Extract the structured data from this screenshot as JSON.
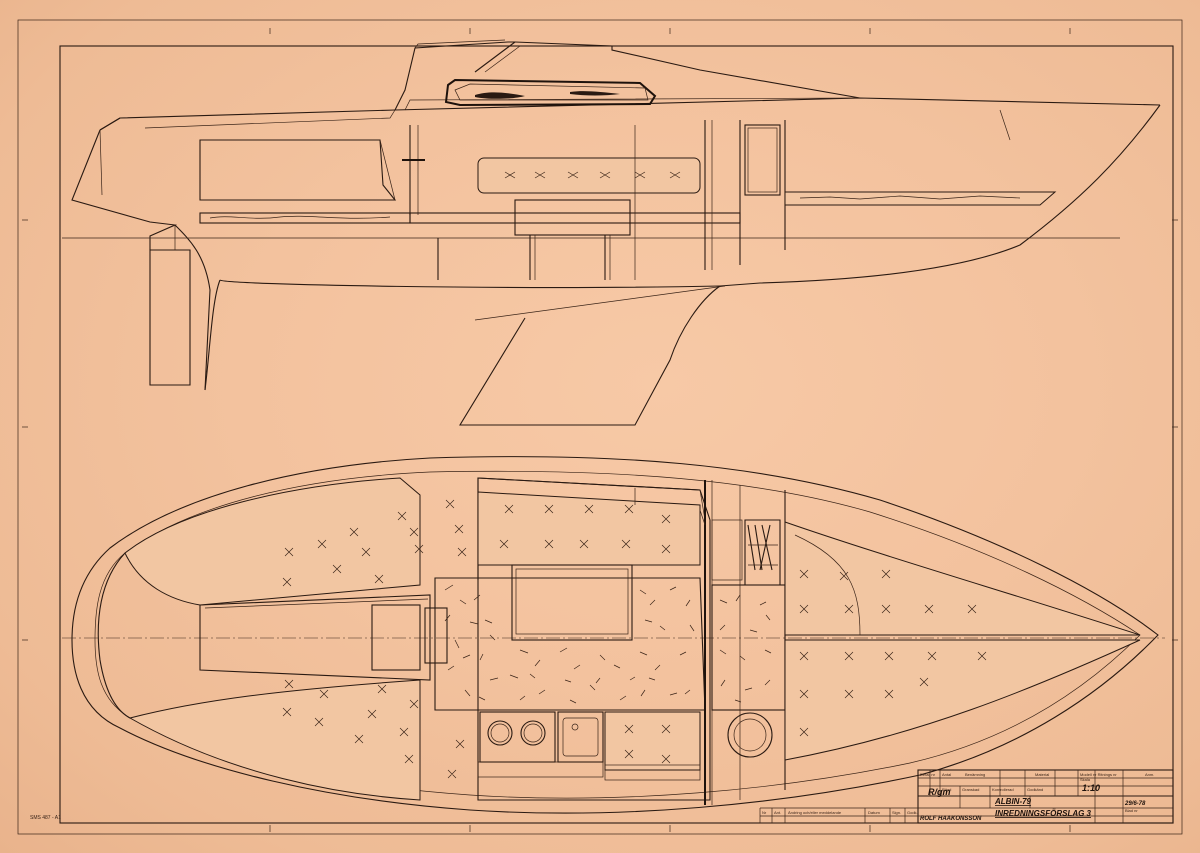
{
  "sheet_code": "SMS 487 - A1",
  "title_block": {
    "header_cols": [
      "Detalj nr",
      "Antal",
      "Benämning",
      "Material",
      "Modell nr Ritnings nr",
      "Anm."
    ],
    "row_labels": [
      "Ritad",
      "Granskad",
      "Kontrollerad",
      "Godkänd"
    ],
    "scale_label": "Skala",
    "scale": "1:10",
    "initials": "R/gm",
    "revision_cols": [
      "Nr",
      "Ant.",
      "Ändring och/eller meddelande",
      "Datum",
      "Sign.",
      "Godk."
    ],
    "designer": "ROLF HAAKONSSON",
    "project": "ALBIN-79",
    "drawing_title": "INREDNINGSFÖRSLAG 3",
    "date": "29/6-78",
    "sheet_no": "Blad nr"
  }
}
